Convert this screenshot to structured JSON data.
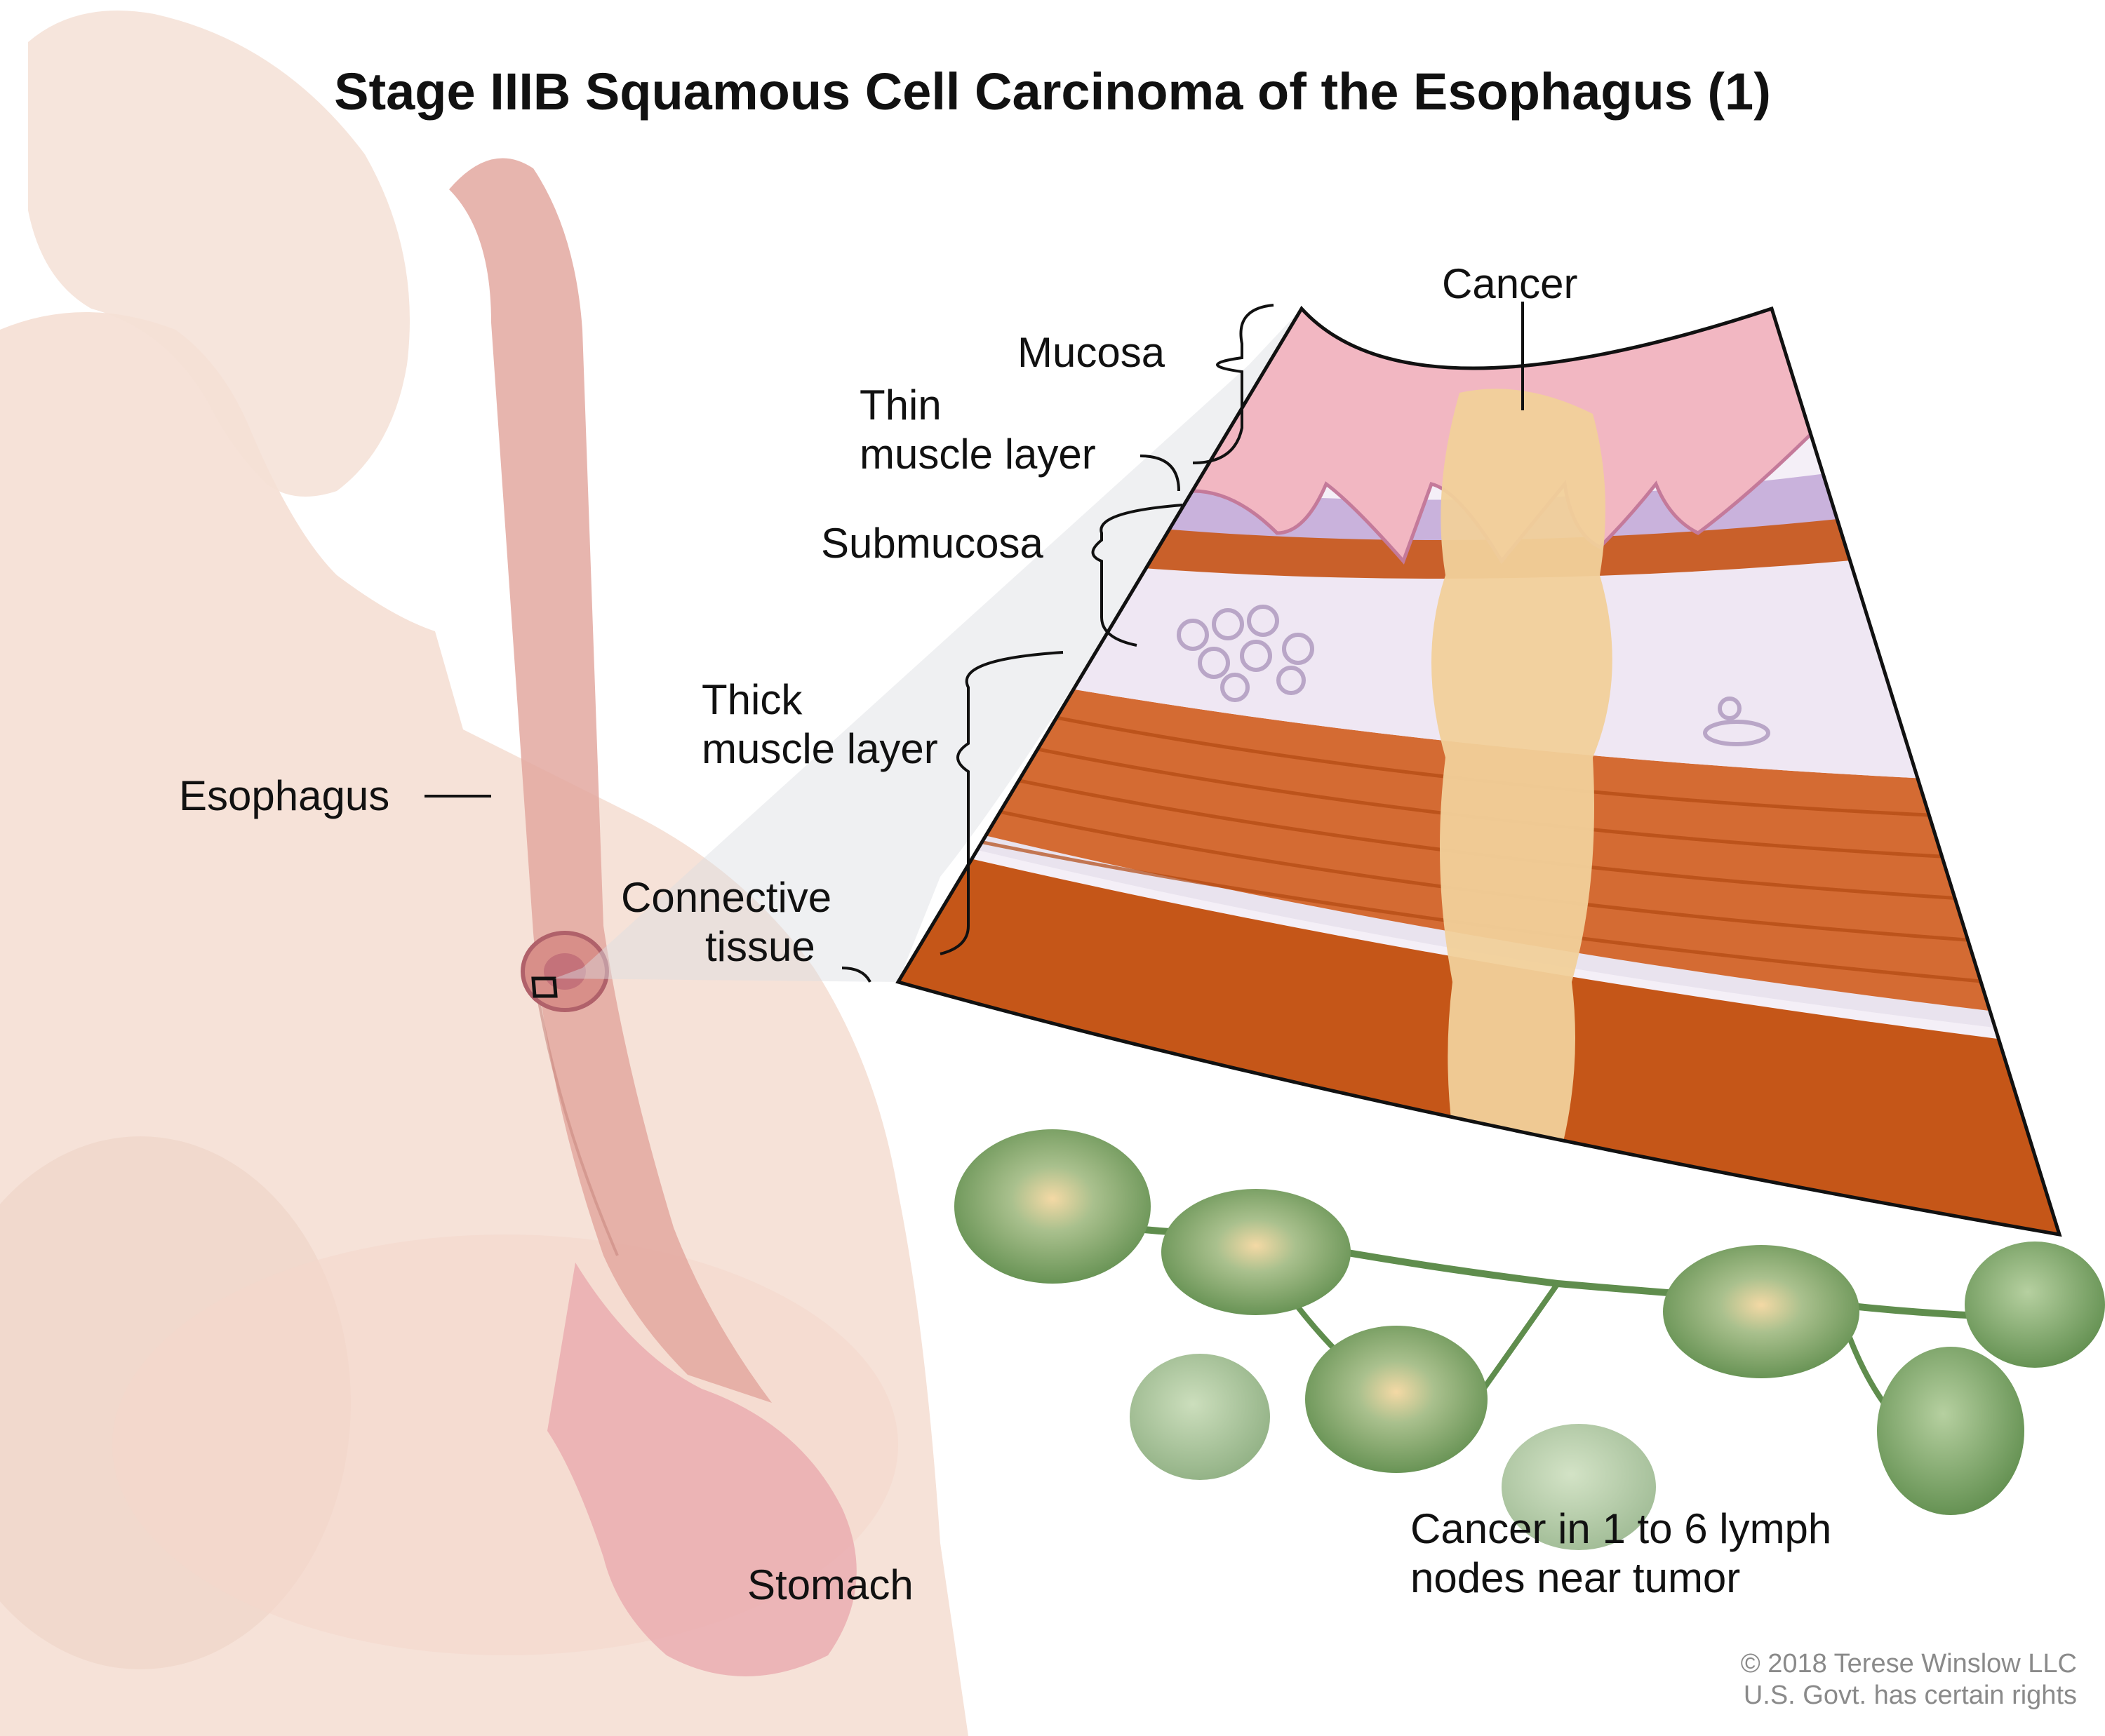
{
  "title": "Stage IIIB Squamous Cell Carcinoma of the Esophagus (1)",
  "labels": {
    "cancer": "Cancer",
    "mucosa": "Mucosa",
    "thin_muscle_line1": "Thin",
    "thin_muscle_line2": "muscle layer",
    "submucosa": "Submucosa",
    "thick_muscle_line1": "Thick",
    "thick_muscle_line2": "muscle layer",
    "connective_line1": "Connective",
    "connective_line2": "tissue",
    "esophagus": "Esophagus",
    "stomach": "Stomach",
    "lymph_line1": "Cancer in 1 to 6 lymph",
    "lymph_line2": "nodes near tumor"
  },
  "copyright": {
    "line1": "© 2018 Terese Winslow LLC",
    "line2": "U.S. Govt. has certain rights"
  },
  "colors": {
    "skin": "#f3dccf",
    "mucosa": "#f2b7c2",
    "submucosa": "#ece5f2",
    "muscle": "#cc5a20",
    "cancer": "#f1d09a",
    "lymph_node": "#6f9a5c"
  }
}
